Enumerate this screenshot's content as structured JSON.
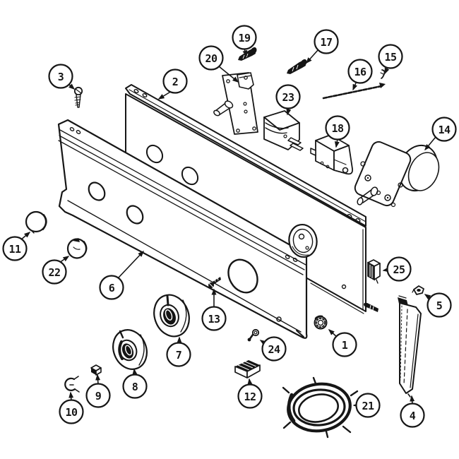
{
  "canvas": {
    "background": "#ffffff",
    "ink": "#161616"
  },
  "callouts": {
    "c1": "1",
    "c2": "2",
    "c3": "3",
    "c4": "4",
    "c5": "5",
    "c6": "6",
    "c7": "7",
    "c8": "8",
    "c9": "9",
    "c10": "10",
    "c11": "11",
    "c12": "12",
    "c13": "13",
    "c14": "14",
    "c15": "15",
    "c16": "16",
    "c17": "17",
    "c18": "18",
    "c19": "19",
    "c20": "20",
    "c21": "21",
    "c22": "22",
    "c23": "23",
    "c24": "24",
    "c25": "25"
  }
}
